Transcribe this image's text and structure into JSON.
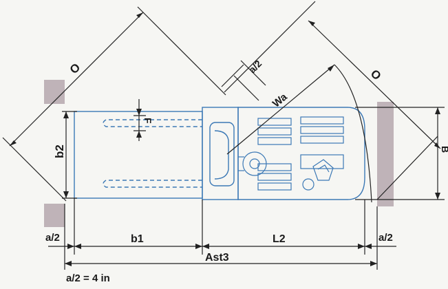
{
  "labels": {
    "o_left": "O",
    "o_right": "O",
    "a2_top": "a/2",
    "wa": "Wa",
    "f": "F",
    "b2": "b2",
    "b": "B",
    "a2_left": "a/2",
    "b1": "b1",
    "l2": "L2",
    "a2_right": "a/2",
    "ast3": "Ast3"
  },
  "footnote": "a/2 = 4 in",
  "colors": {
    "truck_outline": "#3b78b5",
    "dimension_lines": "#222222",
    "rack_gray": "#b8a9b0",
    "background": "#f6f6f3"
  }
}
